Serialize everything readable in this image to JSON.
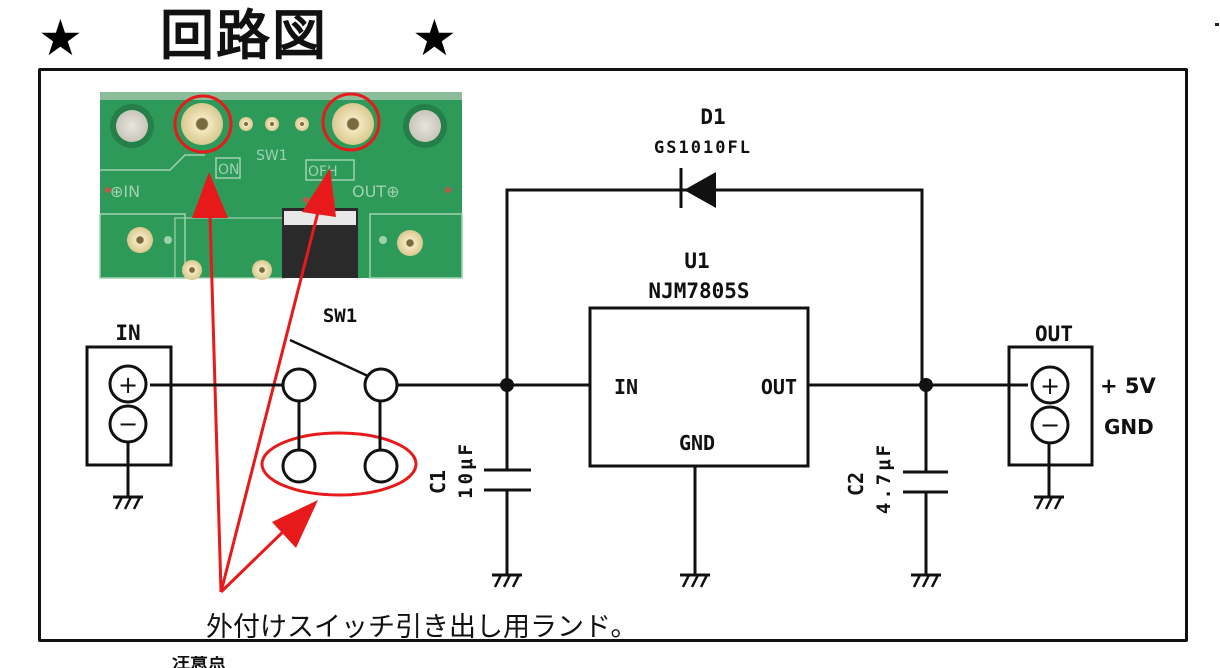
{
  "title": {
    "star_left": "★",
    "text": "回路図",
    "star_right": "★"
  },
  "photo": {
    "silk_labels": {
      "sw": "SW1",
      "on": "ON",
      "off": "OFH",
      "in": "⊕IN",
      "out": "OUT⊕"
    },
    "colors": {
      "board": "#2e9a5a",
      "board_dark": "#1f7a45",
      "pad": "#e9dcae",
      "highlight": "#e8191b"
    }
  },
  "components": {
    "in_connector": {
      "label": "IN",
      "plus": "+",
      "minus": "−"
    },
    "out_connector": {
      "label": "OUT",
      "plus": "+",
      "minus": "−",
      "plus_net": "+ 5V",
      "minus_net": "GND"
    },
    "switch": {
      "ref": "SW1"
    },
    "diode": {
      "ref": "D1",
      "part": "GS1010FL"
    },
    "regulator": {
      "ref": "U1",
      "part": "NJM7805S",
      "pin_in": "IN",
      "pin_out": "OUT",
      "pin_gnd": "GND"
    },
    "c1": {
      "ref": "C1",
      "value": "10μF"
    },
    "c2": {
      "ref": "C2",
      "value": "4.7μF"
    }
  },
  "annotation": {
    "text": "外付けスイッチ引き出し用ランド。",
    "color": "#e8191b"
  },
  "footer_cut_text": "注意点"
}
